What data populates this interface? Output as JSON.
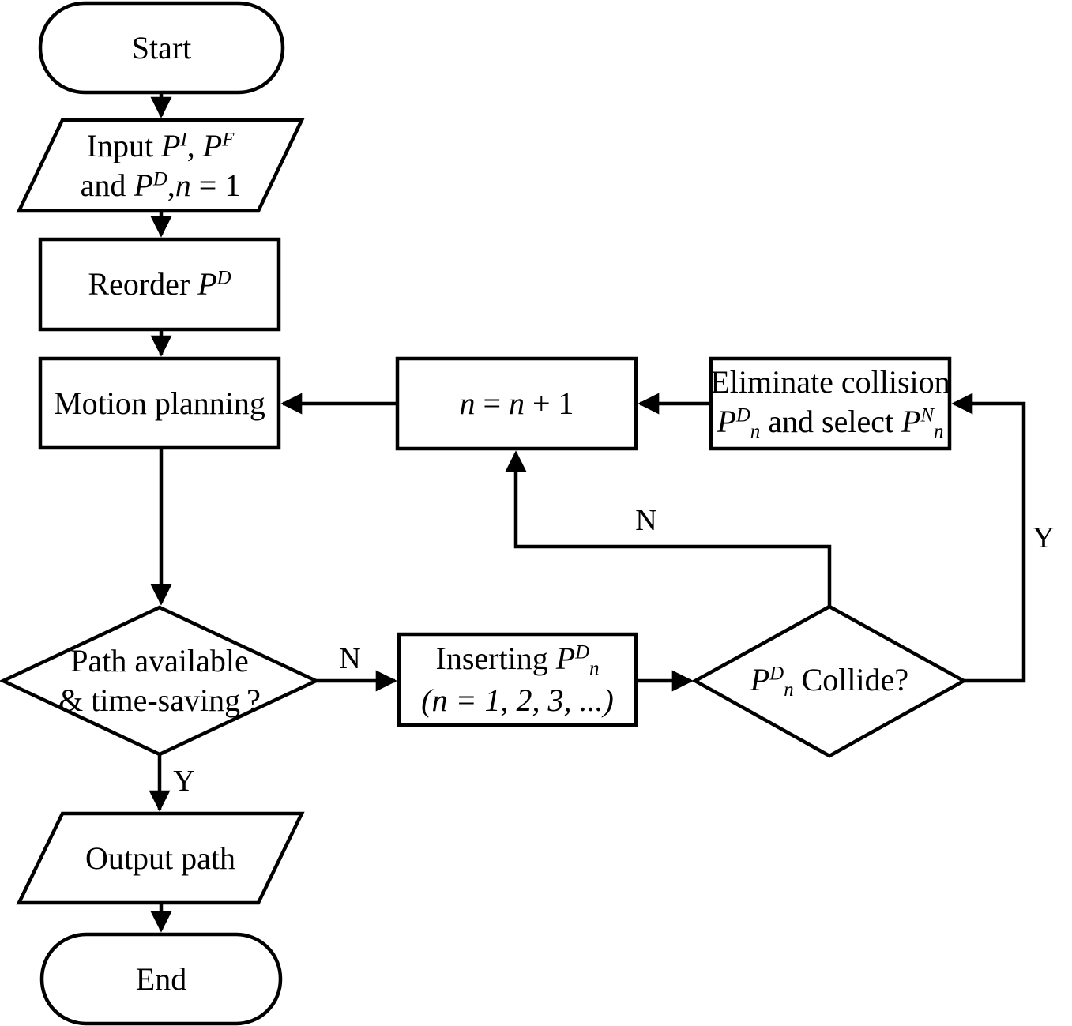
{
  "colors": {
    "stroke": "#000000",
    "fill": "#ffffff",
    "text": "#000000"
  },
  "nodes": {
    "start": {
      "shape": "terminator",
      "lines": [
        [
          {
            "t": "Start",
            "s": ""
          }
        ]
      ]
    },
    "input": {
      "shape": "io",
      "lines": [
        [
          {
            "t": "Input ",
            "s": ""
          },
          {
            "t": "P",
            "s": "it"
          },
          {
            "t": "I",
            "s": "sup"
          },
          {
            "t": ", ",
            "s": ""
          },
          {
            "t": "P",
            "s": "it"
          },
          {
            "t": "F",
            "s": "sup"
          }
        ],
        [
          {
            "t": "and ",
            "s": ""
          },
          {
            "t": "P",
            "s": "it"
          },
          {
            "t": "D",
            "s": "sup"
          },
          {
            "t": ",",
            "s": ""
          },
          {
            "t": "n",
            "s": "it"
          },
          {
            "t": " = 1",
            "s": ""
          }
        ]
      ]
    },
    "reorder": {
      "shape": "process",
      "lines": [
        [
          {
            "t": "Reorder ",
            "s": ""
          },
          {
            "t": "P",
            "s": "it"
          },
          {
            "t": "D",
            "s": "sup"
          }
        ]
      ]
    },
    "motion_planning": {
      "shape": "process",
      "lines": [
        [
          {
            "t": "Motion planning",
            "s": ""
          }
        ]
      ]
    },
    "n_increment": {
      "shape": "process",
      "lines": [
        [
          {
            "t": "n",
            "s": "it"
          },
          {
            "t": " = ",
            "s": ""
          },
          {
            "t": "n",
            "s": "it"
          },
          {
            "t": " + 1",
            "s": ""
          }
        ]
      ]
    },
    "eliminate": {
      "shape": "process",
      "lines": [
        [
          {
            "t": "Eliminate collision",
            "s": ""
          }
        ],
        [
          {
            "t": "P",
            "s": "it"
          },
          {
            "t": "D",
            "s": "sup"
          },
          {
            "t": "n",
            "s": "sub"
          },
          {
            "t": " and select ",
            "s": ""
          },
          {
            "t": "P",
            "s": "it"
          },
          {
            "t": "N",
            "s": "sup"
          },
          {
            "t": "n",
            "s": "sub"
          }
        ]
      ]
    },
    "path_decision": {
      "shape": "decision",
      "lines": [
        [
          {
            "t": "Path available",
            "s": ""
          }
        ],
        [
          {
            "t": "& time-saving ?",
            "s": ""
          }
        ]
      ]
    },
    "inserting": {
      "shape": "process",
      "lines": [
        [
          {
            "t": "Inserting ",
            "s": ""
          },
          {
            "t": "P",
            "s": "it"
          },
          {
            "t": "D",
            "s": "sup"
          },
          {
            "t": "n",
            "s": "sub"
          }
        ],
        [
          {
            "t": "(n = 1, 2, 3, ...)",
            "s": "it"
          }
        ]
      ]
    },
    "collide_decision": {
      "shape": "decision",
      "lines": [
        [
          {
            "t": "P",
            "s": "it"
          },
          {
            "t": "D",
            "s": "sup"
          },
          {
            "t": "n",
            "s": "sub"
          },
          {
            "t": " Collide?",
            "s": ""
          }
        ]
      ]
    },
    "output": {
      "shape": "io",
      "lines": [
        [
          {
            "t": "Output path",
            "s": ""
          }
        ]
      ]
    },
    "end": {
      "shape": "terminator",
      "lines": [
        [
          {
            "t": "End",
            "s": ""
          }
        ]
      ]
    }
  },
  "edges": [
    {
      "from": "start",
      "to": "input"
    },
    {
      "from": "input",
      "to": "reorder"
    },
    {
      "from": "reorder",
      "to": "motion_planning"
    },
    {
      "from": "motion_planning",
      "to": "path_decision"
    },
    {
      "from": "path_decision",
      "to": "inserting",
      "label": "N"
    },
    {
      "from": "path_decision",
      "to": "output",
      "label": "Y"
    },
    {
      "from": "inserting",
      "to": "collide_decision"
    },
    {
      "from": "collide_decision",
      "to": "n_increment",
      "label": "N"
    },
    {
      "from": "collide_decision",
      "to": "eliminate",
      "label": "Y"
    },
    {
      "from": "eliminate",
      "to": "n_increment"
    },
    {
      "from": "n_increment",
      "to": "motion_planning"
    },
    {
      "from": "output",
      "to": "end"
    }
  ]
}
